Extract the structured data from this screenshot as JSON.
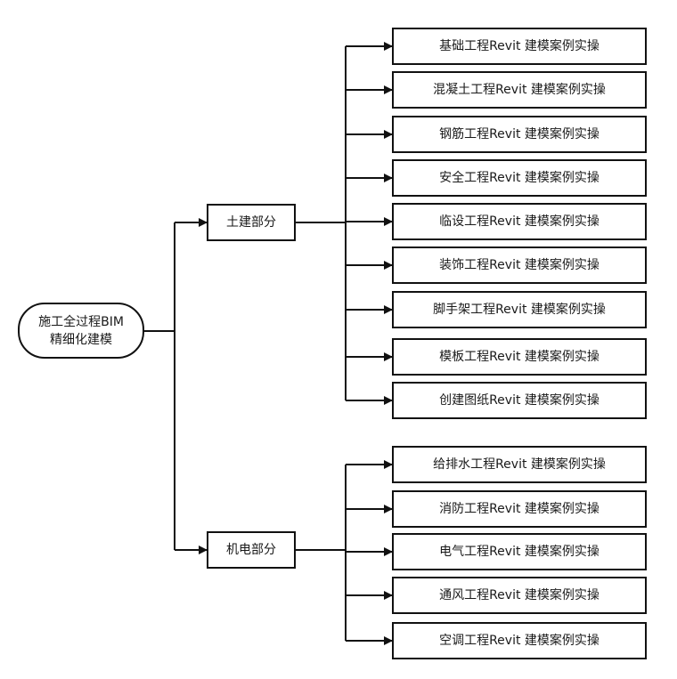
{
  "diagram": {
    "root": {
      "line1": "施工全过程BIM",
      "line2": "精细化建模"
    },
    "branches": [
      {
        "label": "土建部分",
        "children": [
          "基础工程Revit 建模案例实操",
          "混凝土工程Revit 建模案例实操",
          "钢筋工程Revit 建模案例实操",
          "安全工程Revit 建模案例实操",
          "临设工程Revit 建模案例实操",
          "装饰工程Revit 建模案例实操",
          "脚手架工程Revit 建模案例实操",
          "模板工程Revit 建模案例实操",
          "创建图纸Revit 建模案例实操"
        ]
      },
      {
        "label": "机电部分",
        "children": [
          "给排水工程Revit 建模案例实操",
          "消防工程Revit 建模案例实操",
          "电气工程Revit 建模案例实操",
          "通风工程Revit 建模案例实操",
          "空调工程Revit 建模案例实操"
        ]
      }
    ]
  }
}
